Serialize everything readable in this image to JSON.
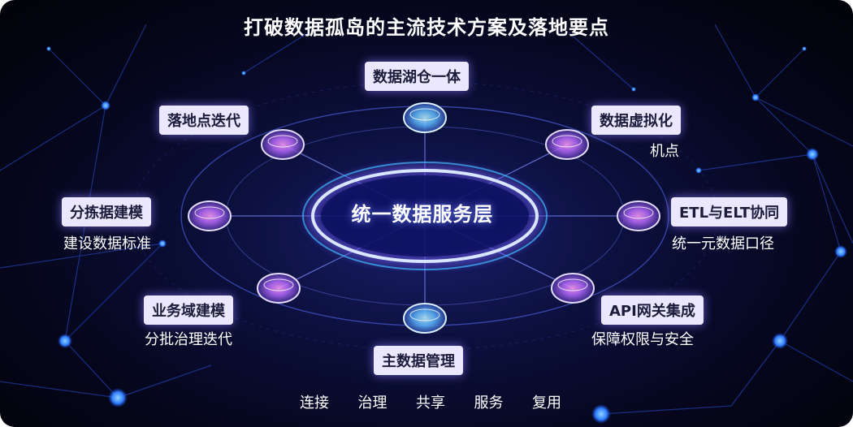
{
  "title": "打破数据孤岛的主流技术方案及落地要点",
  "center": "统一数据服务层",
  "nodes": {
    "top": {
      "label": "数据湖仓一体"
    },
    "top_right": {
      "label": "数据虚拟化",
      "sub": "机点"
    },
    "right": {
      "label": "ETL与ELT协同",
      "sub": "统一元数据口径"
    },
    "bottom_right": {
      "label": "API网关集成",
      "sub": "保障权限与安全"
    },
    "bottom": {
      "label": "主数据管理"
    },
    "bottom_left": {
      "label": "业务域建模",
      "sub": "分批治理迭代"
    },
    "left": {
      "label": "分拣据建模",
      "sub": "建设数据标准"
    },
    "top_left": {
      "label": "落地点迭代"
    }
  },
  "footer": [
    "连接",
    "治理",
    "共享",
    "服务",
    "复用"
  ],
  "colors": {
    "accent": "#6b7dff",
    "label_bg": "#eae7ff",
    "glow": "#4a6bff"
  }
}
